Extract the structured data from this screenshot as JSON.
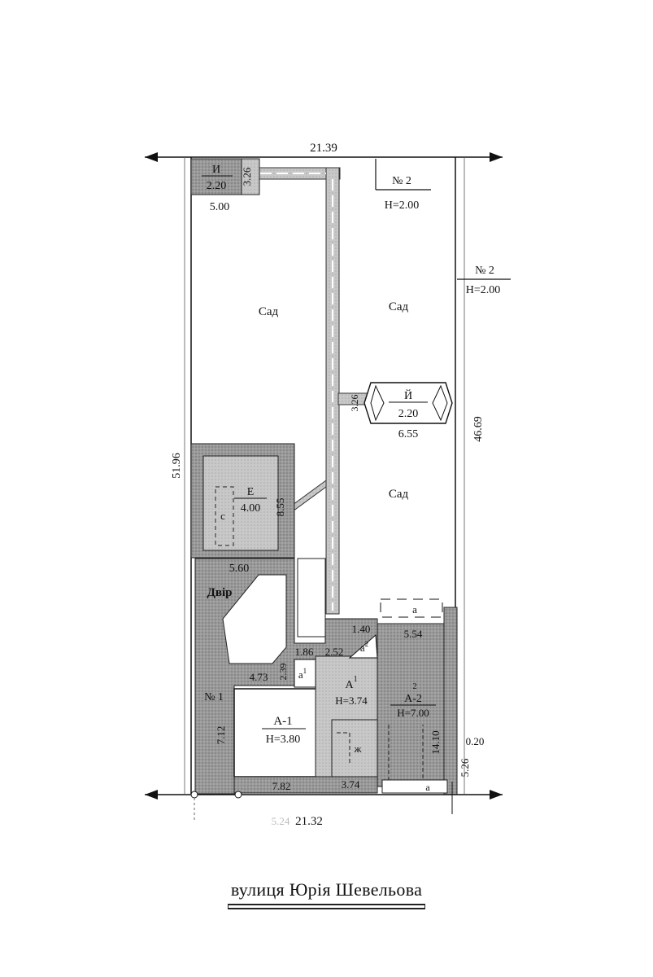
{
  "labels": {
    "top_width": "21.39",
    "bottom_width": "21.32",
    "bottom_faded": "5.24",
    "left_length": "51.96",
    "right_length": "46.69",
    "garden": "Сад",
    "yard": "Двір",
    "lot_no1": "№ 1",
    "lot_no2": "№ 2",
    "lot_h200": "H=2.00",
    "bld_i_name": "И",
    "bld_i_h": "2.20",
    "bld_i_w": "5.00",
    "bld_i_d": "3.26",
    "bld_y_name": "Й",
    "bld_y_h": "2.20",
    "bld_y_w": "6.55",
    "bld_y_d": "3.26",
    "bld_e_name": "Е",
    "bld_e_h": "4.00",
    "bld_e_w": "5.60",
    "bld_e_d": "8.55",
    "bld_e_inner": "с",
    "bld_a1_name": "А-1",
    "bld_a1_h": "H=3.80",
    "bld_a1_w": "7.82",
    "bld_a1_d": "7.12",
    "bld_a1_top": "4.73",
    "ext_a1_name": "А",
    "ext_a1_sup": "1",
    "ext_a1_h": "H=3.74",
    "ext_a1_w": "3.74",
    "ext_a1_d": "2.39",
    "ext_a2_name": "А-2",
    "ext_a2_sup": "2",
    "ext_a2_h": "H=7.00",
    "ext_a2_w": "5.54",
    "ext_a2_d": "14.10",
    "porch_a": "а",
    "porch_a1": "а",
    "porch_a1_sup": "1",
    "porch_a2": "а",
    "porch_a2_sup": "2",
    "porch_a_top": "а",
    "dim_186": "1.86",
    "dim_252": "2.52",
    "dim_140": "1.40",
    "dim_020": "0.20",
    "dim_526": "5.26",
    "zh": "ж"
  },
  "street": "вулиця Юрія Шевельова"
}
